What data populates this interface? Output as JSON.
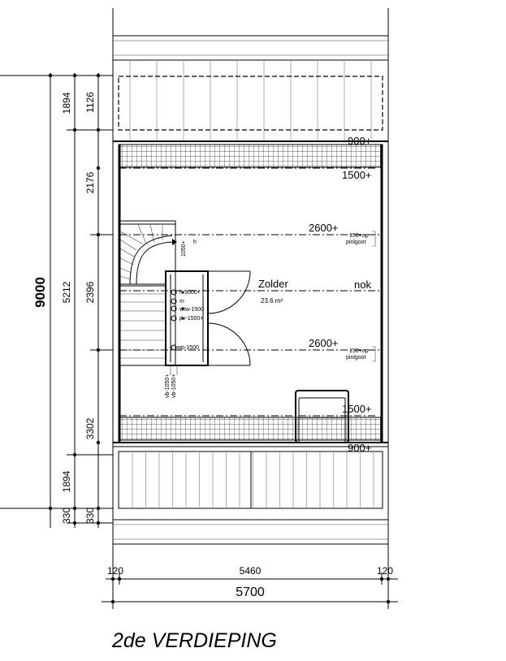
{
  "drawing": {
    "caption": "2de VERDIEPING",
    "room": {
      "name": "Zolder",
      "area": "23.6 m²"
    }
  },
  "levels": {
    "l900_top": "900+",
    "l1500_top": "1500+",
    "l2600_top": "2600+",
    "nok": "nok",
    "l2600_bottom": "2600+",
    "l1500_bottom": "1500+",
    "l900_bottom": "900+",
    "gutter_top": [
      "150+op",
      "pinlgoot"
    ],
    "gutter_bottom": [
      "150+op",
      "pinlgoot"
    ]
  },
  "fixtures": {
    "mark_1050": "1050+",
    "h": "h",
    "f_a": "h-3000+",
    "f_b": "m",
    "f_c": "wtw-1500",
    "f_d": "pv-1500+",
    "f_e": "wp-1500",
    "f_f": "vb-1050+",
    "f_g": "vb-1050+"
  },
  "dimensions": {
    "left_total": "9000",
    "left_col1": [
      "1894",
      "5212",
      "1894",
      "330"
    ],
    "left_col2": [
      "1126",
      "2176",
      "2396",
      "3302",
      "330"
    ],
    "bottom_small": [
      "120",
      "5460",
      "120"
    ],
    "bottom_total": "5700"
  }
}
